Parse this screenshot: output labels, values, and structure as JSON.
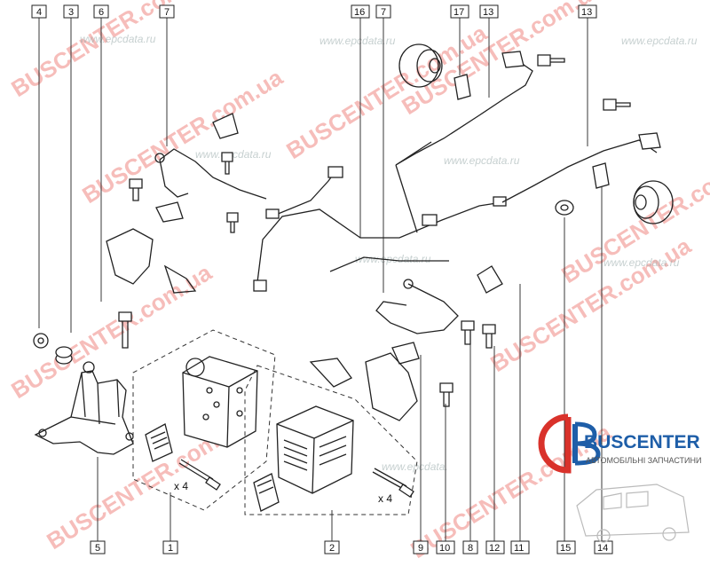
{
  "callouts": {
    "top": [
      "4",
      "3",
      "6",
      "7",
      "16",
      "7",
      "17",
      "13",
      "13"
    ],
    "bottom": [
      "5",
      "1",
      "2",
      "9",
      "10",
      "8",
      "12",
      "11",
      "15",
      "14"
    ]
  },
  "quantities": {
    "left_kit": "x 4",
    "right_kit": "x 4"
  },
  "watermarks": {
    "brand": "BUSCENTER.com.ua",
    "site": "www.epcdata.ru",
    "site_short": "www.epcdata."
  },
  "logo": {
    "name": "BUSCENTER",
    "tagline": "АВТОМОБІЛЬНІ ЗАПЧАСТИНИ"
  },
  "colors": {
    "watermark": "#e8453c",
    "logo_blue": "#1e5ea8",
    "logo_red": "#d9322b",
    "line": "#222222"
  }
}
